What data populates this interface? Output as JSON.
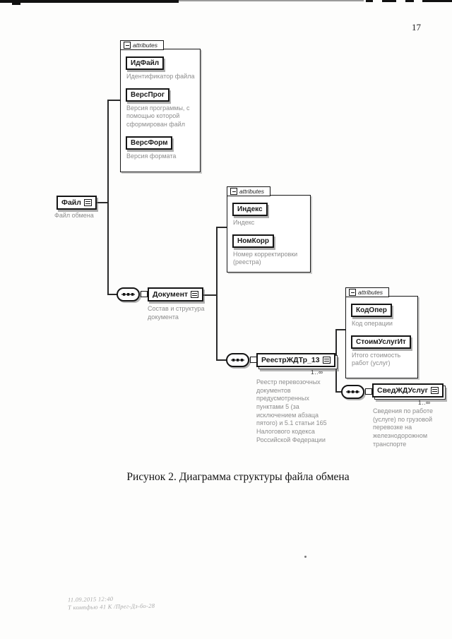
{
  "page": {
    "number": "17",
    "caption": "Рисунок 2. Диаграмма структуры файла обмена",
    "footer_line1": "11.09.2015 12:40",
    "footer_line2": "Т компфью 41 К /Прег-Дз-бо-28"
  },
  "diagram": {
    "attributes_label": "attributes",
    "file": {
      "name": "Файл",
      "desc": "Файл обмена"
    },
    "file_attrs": {
      "items": [
        {
          "name": "ИдФайл",
          "desc": "Идентификатор файла"
        },
        {
          "name": "ВерсПрог",
          "desc": "Версия программы, с помощью которой сформирован файл"
        },
        {
          "name": "ВерсФорм",
          "desc": "Версия формата"
        }
      ]
    },
    "document": {
      "name": "Документ",
      "desc": "Состав и структура документа"
    },
    "document_attrs": {
      "items": [
        {
          "name": "Индекс",
          "desc": "Индекс"
        },
        {
          "name": "НомКорр",
          "desc": "Номер корректировки (реестра)"
        }
      ]
    },
    "registry": {
      "name": "РеестрЖДТр_13",
      "cardinality": "1..∞",
      "desc": "Реестр перевозочных документов предусмотренных пунктами 5 (за исключением абзаца пятого) и 5.1 статьи 165 Налогового кодекса Российской Федерации"
    },
    "registry_attrs": {
      "items": [
        {
          "name": "КодОпер",
          "desc": "Код операции"
        },
        {
          "name": "СтоимУслугИт",
          "desc": "Итого стоимость работ (услуг)"
        }
      ]
    },
    "services": {
      "name": "СведЖДУслуг",
      "cardinality": "1..∞",
      "desc": "Сведения по работе (услуге) по грузовой перевозке на железнодорожном транспорте"
    }
  }
}
